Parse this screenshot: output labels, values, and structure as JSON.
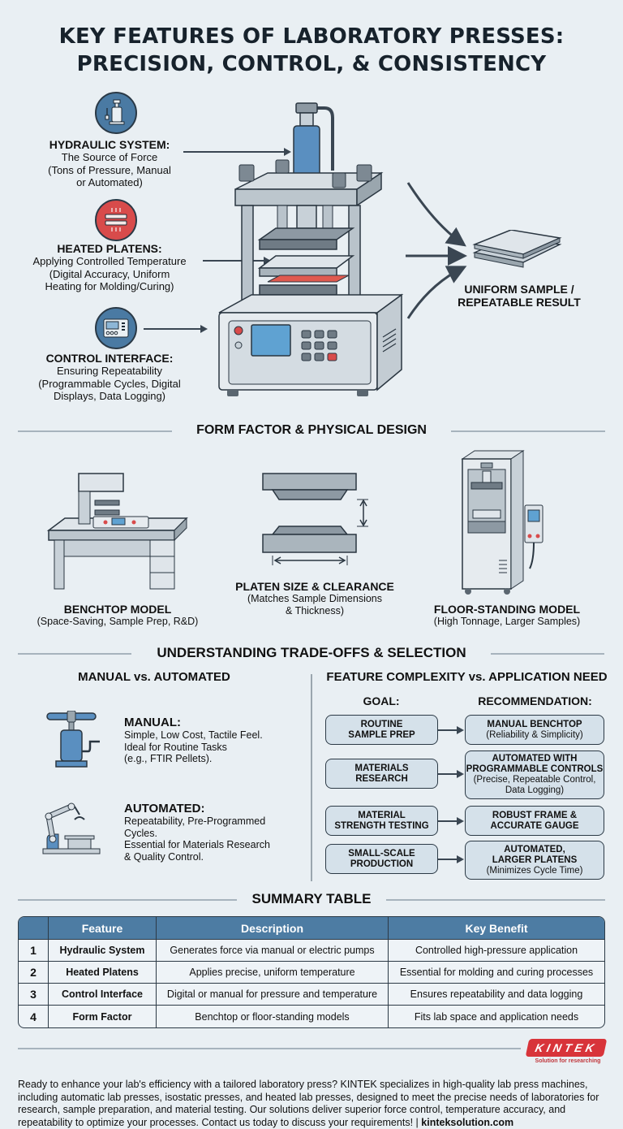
{
  "title": {
    "line1": "KEY FEATURES OF LABORATORY PRESSES:",
    "line2": "PRECISION, CONTROL, & CONSISTENCY"
  },
  "hero": {
    "callouts": [
      {
        "icon": "hydraulic-cylinder-icon",
        "heading": "HYDRAULIC SYSTEM:",
        "lines": [
          "The Source of Force",
          "(Tons of Pressure, Manual",
          "or Automated)"
        ],
        "color": "#4a7aa3"
      },
      {
        "icon": "heated-platens-icon",
        "heading": "HEATED PLATENS:",
        "lines": [
          "Applying Controlled Temperature",
          "(Digital Accuracy, Uniform",
          "Heating for Molding/Curing)"
        ],
        "color": "#d84b4b"
      },
      {
        "icon": "control-panel-icon",
        "heading": "CONTROL INTERFACE:",
        "lines": [
          "Ensuring Repeatability",
          "(Programmable Cycles, Digital",
          "Displays, Data Logging)"
        ],
        "color": "#4a7aa3"
      }
    ],
    "result": {
      "line1": "UNIFORM SAMPLE /",
      "line2": "REPEATABLE RESULT"
    }
  },
  "form_factor": {
    "section_title": "FORM FACTOR & PHYSICAL DESIGN",
    "items": [
      {
        "heading": "BENCHTOP MODEL",
        "lines": [
          "(Space-Saving, Sample Prep, R&D)"
        ]
      },
      {
        "heading": "PLATEN SIZE & CLEARANCE",
        "lines": [
          "(Matches Sample Dimensions",
          "& Thickness)"
        ]
      },
      {
        "heading": "FLOOR-STANDING MODEL",
        "lines": [
          "(High Tonnage, Larger Samples)"
        ]
      }
    ]
  },
  "tradeoffs": {
    "section_title": "UNDERSTANDING TRADE-OFFS & SELECTION",
    "left": {
      "title": "MANUAL vs. AUTOMATED",
      "modes": [
        {
          "heading": "MANUAL:",
          "lines": [
            "Simple, Low Cost, Tactile Feel.",
            "Ideal for Routine Tasks",
            "(e.g., FTIR Pellets)."
          ]
        },
        {
          "heading": "AUTOMATED:",
          "lines": [
            "Repeatability, Pre-Programmed",
            "Cycles.",
            "Essential for Materials Research",
            "& Quality Control."
          ]
        }
      ]
    },
    "right": {
      "title": "FEATURE COMPLEXITY vs. APPLICATION NEED",
      "goal_header": "GOAL:",
      "rec_header": "RECOMMENDATION:",
      "rows": [
        {
          "goal": [
            "ROUTINE",
            "SAMPLE PREP"
          ],
          "rec_bold": [
            "MANUAL BENCHTOP"
          ],
          "rec_sub": [
            "(Reliability & Simplicity)"
          ]
        },
        {
          "goal": [
            "MATERIALS",
            "RESEARCH"
          ],
          "rec_bold": [
            "AUTOMATED WITH",
            "PROGRAMMABLE CONTROLS"
          ],
          "rec_sub": [
            "(Precise, Repeatable Control,",
            "Data Logging)"
          ]
        },
        {
          "goal": [
            "MATERIAL",
            "STRENGTH TESTING"
          ],
          "rec_bold": [
            "ROBUST FRAME &",
            "ACCURATE GAUGE"
          ],
          "rec_sub": []
        },
        {
          "goal": [
            "SMALL-SCALE",
            "PRODUCTION"
          ],
          "rec_bold": [
            "AUTOMATED,",
            "LARGER PLATENS"
          ],
          "rec_sub": [
            "(Minimizes Cycle Time)"
          ]
        }
      ]
    }
  },
  "summary": {
    "section_title": "SUMMARY TABLE",
    "headers": [
      "",
      "Feature",
      "Description",
      "Key Benefit"
    ],
    "rows": [
      [
        "1",
        "Hydraulic System",
        "Generates force via manual or electric pumps",
        "Controlled high-pressure application"
      ],
      [
        "2",
        "Heated Platens",
        "Applies precise, uniform temperature",
        "Essential for molding and curing processes"
      ],
      [
        "3",
        "Control Interface",
        "Digital or manual for pressure and temperature",
        "Ensures repeatability and data logging"
      ],
      [
        "4",
        "Form Factor",
        "Benchtop or floor-standing models",
        "Fits lab space and application needs"
      ]
    ],
    "header_color": "#4d7ca3"
  },
  "footer": {
    "logo": "KINTEK",
    "tagline": "Solution for researching",
    "text": "Ready to enhance your lab's efficiency with a tailored laboratory press? KINTEK specializes in high-quality lab press machines, including automatic lab presses, isostatic presses, and heated lab presses, designed to meet the precise needs of laboratories for research, sample preparation, and material testing. Our solutions deliver superior force control, temperature accuracy, and repeatability to optimize your processes. Contact us today to discuss your requirements!",
    "link": "kinteksolution.com"
  }
}
